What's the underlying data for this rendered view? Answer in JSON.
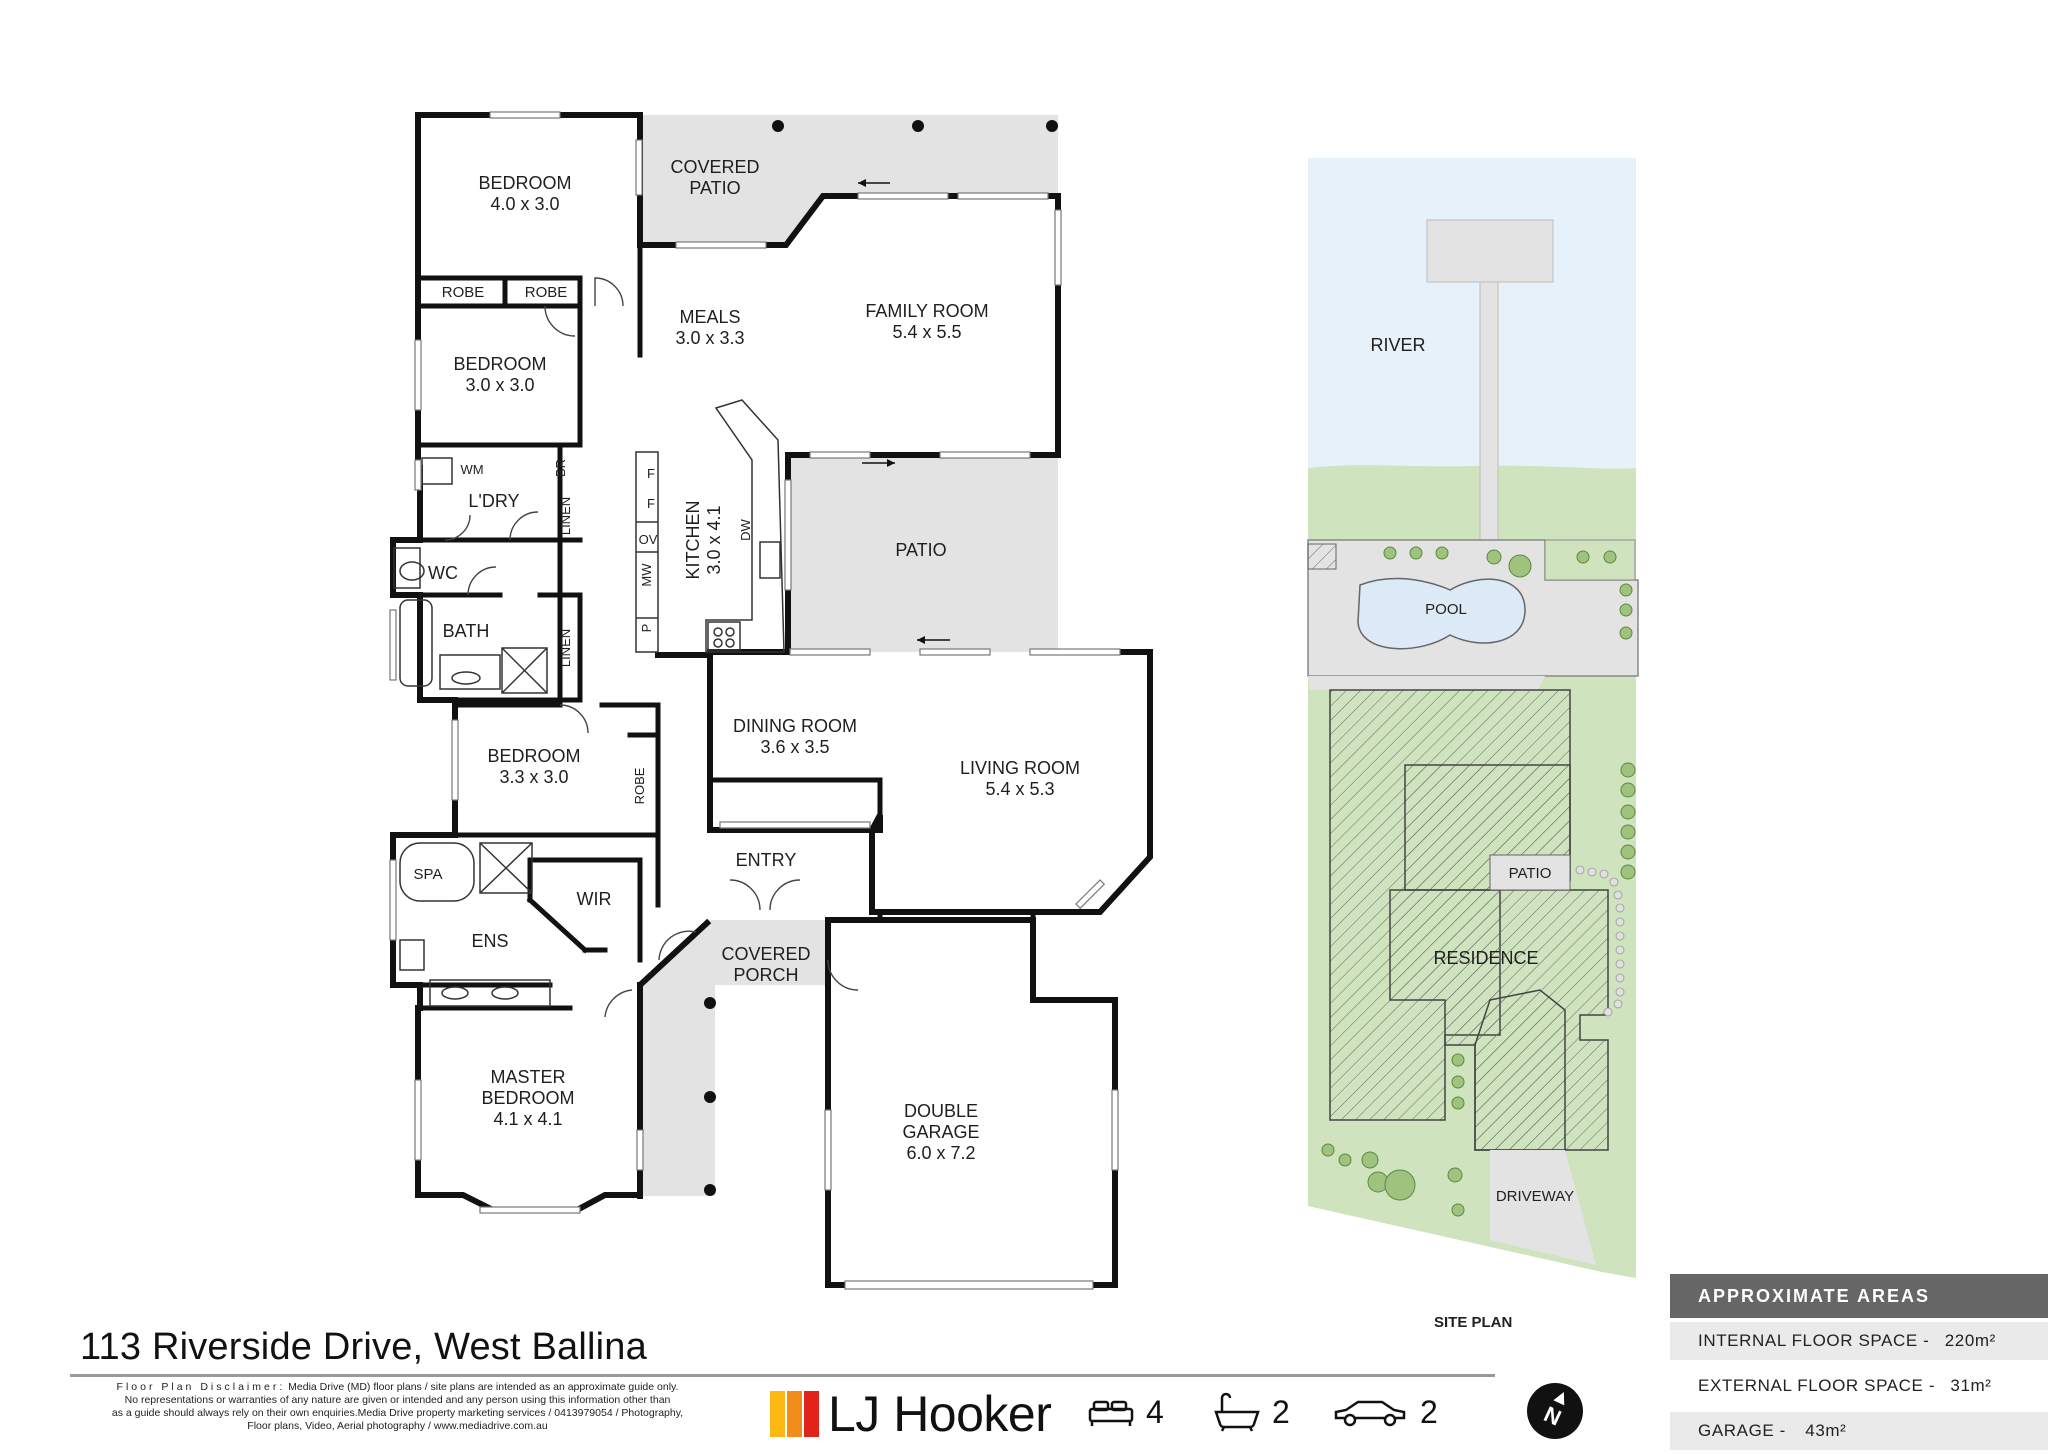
{
  "rooms": {
    "bedroom_nw": {
      "name": "BEDROOM",
      "size": "4.0 x 3.0"
    },
    "covered_patio_top": {
      "line1": "COVERED",
      "line2": "PATIO"
    },
    "robe": "ROBE",
    "meals": {
      "name": "MEALS",
      "size": "3.0 x 3.3"
    },
    "family_room": {
      "name": "FAMILY ROOM",
      "size": "5.4 x 5.5"
    },
    "bedroom_2": {
      "name": "BEDROOM",
      "size": "3.0 x 3.0"
    },
    "wm": "WM",
    "br": "BR",
    "laundry": "L'DRY",
    "linen": "LINEN",
    "fridge": "F",
    "oven": "OV",
    "microwave": "MW",
    "pantry": "P",
    "dishwasher": "DW",
    "kitchen": {
      "name": "KITCHEN",
      "size": "3.0 x 4.1"
    },
    "patio": "PATIO",
    "wc": "WC",
    "bath": "BATH",
    "dining_room": {
      "name": "DINING ROOM",
      "size": "3.6 x 3.5"
    },
    "living_room": {
      "name": "LIVING ROOM",
      "size": "5.4 x 5.3"
    },
    "bedroom_3": {
      "name": "BEDROOM",
      "size": "3.3 x 3.0"
    },
    "entry": "ENTRY",
    "spa": "SPA",
    "wir": "WIR",
    "ens": "ENS",
    "covered_porch": {
      "line1": "COVERED",
      "line2": "PORCH"
    },
    "master_bedroom": {
      "line1": "MASTER",
      "line2": "BEDROOM",
      "size": "4.1 x 4.1"
    },
    "double_garage": {
      "line1": "DOUBLE",
      "line2": "GARAGE",
      "size": "6.0 x 7.2"
    }
  },
  "site": {
    "river": "RIVER",
    "pool": "POOL",
    "patio": "PATIO",
    "residence": "RESIDENCE",
    "driveway": "DRIVEWAY",
    "label": "SITE PLAN"
  },
  "address": "113 Riverside Drive, West Ballina",
  "disclaimer": {
    "title": "Floor Plan Disclaimer:",
    "line1": "Media Drive (MD) floor plans / site plans are intended as an approximate guide only.",
    "line2": "No representations or warranties of any nature are given or intended and any person using this information other than",
    "line3": "as a guide should always rely on their own enquiries.Media Drive property marketing services / 0413979054 / Photography,",
    "line4": "Floor plans,  Video, Aerial photography / www.mediadrive.com.au"
  },
  "brand": {
    "name": "LJ Hooker"
  },
  "features": {
    "bedrooms": "4",
    "bathrooms": "2",
    "cars": "2"
  },
  "areas": {
    "title": "APPROXIMATE AREAS",
    "internal_label": "INTERNAL FLOOR SPACE -",
    "internal_value": "220m²",
    "external_label": "EXTERNAL FLOOR SPACE -",
    "external_value": "31m²",
    "garage_label": "GARAGE -",
    "garage_value": "43m²"
  },
  "compass": {
    "letter": "N"
  },
  "colors": {
    "river": "#e6f1fa",
    "grass": "#cfe3bf",
    "paving": "#e3e3e3",
    "brand_orange": "#f28c1b",
    "brand_red": "#e2231a",
    "brand_yellow": "#fdb813"
  }
}
